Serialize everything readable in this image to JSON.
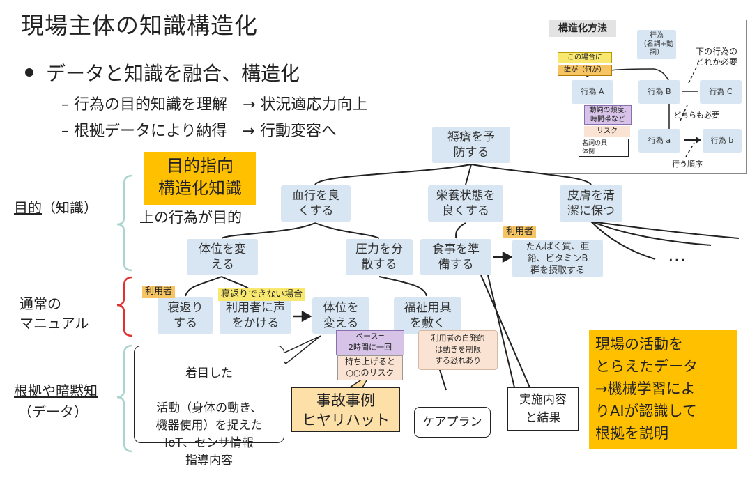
{
  "title": "現場主体の知識構造化",
  "bullets": {
    "main": "データと知識を融合、構造化",
    "sub1": "– 行為の目的知識を理解　→ 状況適応力向上",
    "sub2": "– 根拠データにより納得　→ 行動変容へ"
  },
  "left_labels": {
    "purpose": "目的",
    "purpose_suffix": "（知識）",
    "manual": "通常の\nマニュアル",
    "evidence": "根拠や暗黙知",
    "evidence_suffix": "（データ）"
  },
  "goal_box": "目的指向\n構造化知識",
  "goal_note": "上の行為が目的",
  "nodes": {
    "root": "褥瘡を予\n防する",
    "blood": "血行を良\nくする",
    "nutrition": "栄養状態を\n良くする",
    "skin": "皮膚を清\n潔に保つ",
    "posture": "体位を変\nえる",
    "pressure": "圧力を分\n散する",
    "meal": "食事を準\n備する",
    "protein": "たんぱく質、亜\n鉛、ビタミンB\n群を摂取する",
    "roll": "寝返り\nする",
    "call": "利用者に声\nをかける",
    "posture2": "体位を\n変える",
    "welfare": "福祉用具\nを敷く"
  },
  "ellipsis": "…",
  "tags": {
    "user1": "利用者",
    "user2": "利用者",
    "cannot_roll": "寝返りできない場合"
  },
  "small_notes": {
    "pace": "ペース=\n2時間に一回",
    "lift": "持ち上げると\n○○のリスク",
    "restrict": "利用者の自発的\nは動きを制限\nする恐れあり"
  },
  "callouts": {
    "iot_title": "着目した",
    "iot_body": "活動（身体の動き、\n機器使用）を捉えた\nIoT、センサ情報\n指導内容",
    "accident": "事故事例\nヒヤリハット",
    "careplan": "ケアプラン",
    "result": "実施内容\nと結果"
  },
  "right_box": "現場の活動を\nとらえたデータ\n→機械学習によ\nりAIが認識して\n根拠を説明",
  "legend": {
    "title": "構造化方法",
    "act_top": "行為\n（名詞+動\n詞）",
    "need_note": "下の行為の\nどれか必要",
    "case": "この場合に",
    "who": "誰が（何が）",
    "act_a": "行為 A",
    "act_b": "行為 B",
    "act_c": "行為 C",
    "freq": "動詞の頻度,\n時間帯など",
    "both": "どちらも必要",
    "risk": "リスク",
    "example": "名詞の具\n体例",
    "act_sa": "行為 a",
    "act_sb": "行為 b",
    "order": "行う順序"
  },
  "colors": {
    "node": "#d7e6f2",
    "orange_box": "#ffc000",
    "yellow_tag": "#f9e870",
    "orange_tag": "#f6c463",
    "purple": "#d7c3e8",
    "peach": "#fbe3d3",
    "accident_bg": "#fde0a8",
    "bracket_green": "#a9d4cf",
    "bracket_red": "#e03030"
  }
}
